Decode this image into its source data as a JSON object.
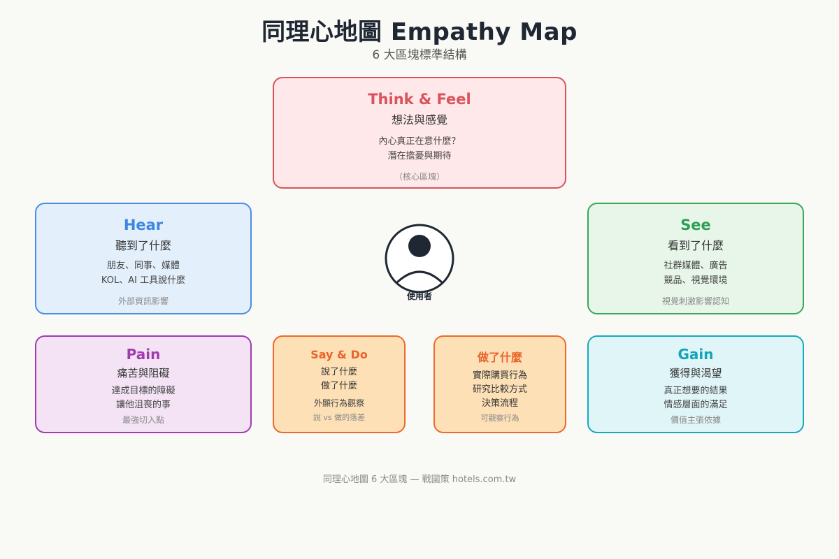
{
  "header": {
    "title": "同理心地圖 Empathy Map",
    "subtitle": "6 大區塊標準結構"
  },
  "think": {
    "title": "Think & Feel",
    "subtitle": "想法與感覺",
    "lines": [
      "內心真正在意什麼？",
      "潛在擔憂與期待"
    ],
    "note": "（核心區塊）"
  },
  "hear": {
    "title": "Hear",
    "subtitle": "聽到了什麼",
    "lines": [
      "朋友、同事、媒體",
      "KOL、AI 工具說什麼"
    ],
    "note": "外部資訊影響"
  },
  "see": {
    "title": "See",
    "subtitle": "看到了什麼",
    "lines": [
      "社群媒體、廣告",
      "競品、視覺環境"
    ],
    "note": "視覺刺激影響認知"
  },
  "pain": {
    "title": "Pain",
    "subtitle": "痛苦與阻礙",
    "lines": [
      "達成目標的障礙",
      "讓他沮喪的事"
    ],
    "note": "最強切入點"
  },
  "say": {
    "title": "Say & Do",
    "lines": [
      "說了什麼",
      "做了什麼"
    ],
    "body": "外顯行為觀察",
    "note": "說 vs 做的落差"
  },
  "do": {
    "title": "做了什麼",
    "lines": [
      "實際購買行為",
      "研究比較方式",
      "決策流程"
    ],
    "note": "可觀察行為"
  },
  "gain": {
    "title": "Gain",
    "subtitle": "獲得與渴望",
    "lines": [
      "真正想要的結果",
      "情感層面的滿足"
    ],
    "note": "價值主張依據"
  },
  "user": {
    "label": "使用者"
  },
  "footer": {
    "text": "同理心地圖 6 大區塊 — 戰國策 hotels.com.tw"
  }
}
